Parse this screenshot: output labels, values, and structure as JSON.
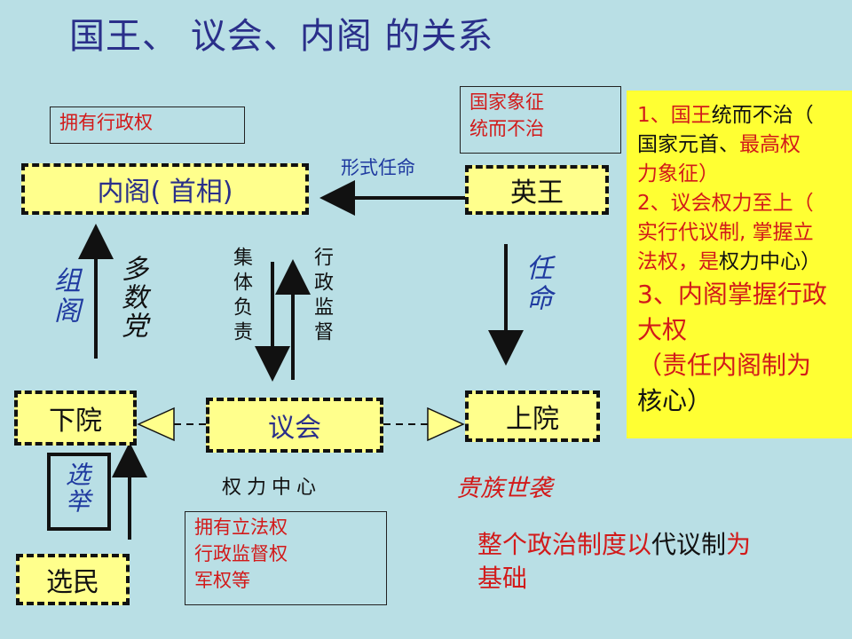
{
  "title": "国王、 议会、内阁 的关系",
  "boxes": {
    "cabinet": "内阁( 首相)",
    "king": "英王",
    "lower_house": "下院",
    "parliament": "议会",
    "upper_house": "上院",
    "voters": "选民"
  },
  "notes": {
    "cabinet_power": "拥有行政权",
    "king_role_1": "国家象征",
    "king_role_2": "统而不治",
    "parliament_power_1": "拥有立法权",
    "parliament_power_2": "行政监督权",
    "parliament_power_3": "军权等"
  },
  "arrow_labels": {
    "formal_appointment": "形式任命",
    "form_cabinet": "组阁",
    "majority_party": "多数党",
    "collective_responsibility": "集体负责",
    "administrative_supervision": "行政监督",
    "appoint": "任命",
    "election": "选举",
    "power_center": "权力中心",
    "hereditary_nobility": "贵族世袭"
  },
  "summary": {
    "line1a": "1、",
    "line1b": "国王",
    "line1c": "统而不治（",
    "line2a": "国家元首、",
    "line2b": "最高权",
    "line3": "力象征）",
    "line4": "2、议会权力至上（",
    "line5": "实行代议制, 掌握立",
    "line6a": "法权，是",
    "line6b": "权力中心）",
    "line7": "3、内阁掌握行政",
    "line8": "大权",
    "line9": "（责任内阁制为",
    "line10": "核心）"
  },
  "footer": {
    "part1": "整个政治制度以",
    "part2": "代议制",
    "part3": "为",
    "part4": "基础"
  },
  "colors": {
    "background": "#b9dfe5",
    "box_fill": "#ffff8c",
    "note_fill": "#ffff33",
    "red": "#d21a1a",
    "blue": "#1f3aa0"
  }
}
